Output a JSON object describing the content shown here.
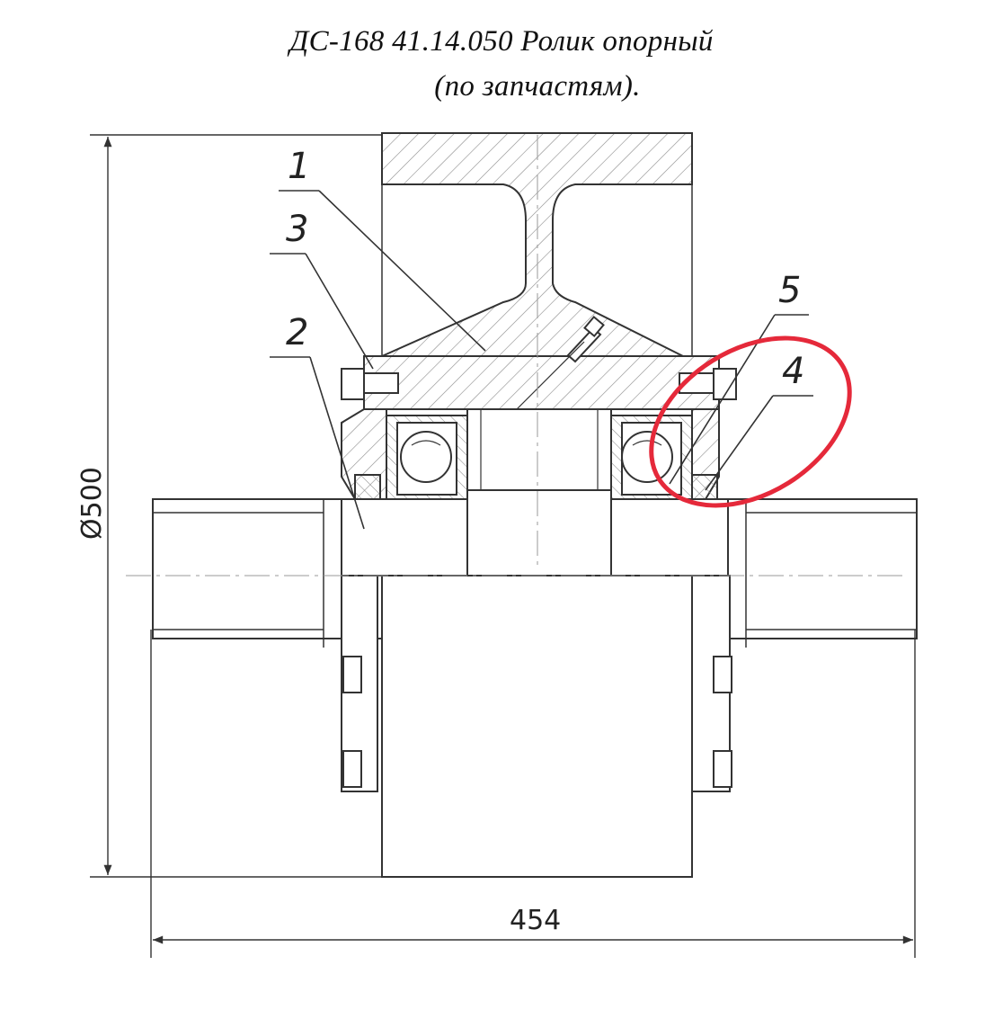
{
  "title": {
    "line1": "ДС-168 41.14.050 Ролик опорный",
    "line2": "(по запчастям)."
  },
  "part_labels": {
    "p1": "1",
    "p2": "2",
    "p3": "3",
    "p4": "4",
    "p5": "5"
  },
  "dimensions": {
    "diameter": "Ø500",
    "width": "454"
  },
  "colors": {
    "line": "#333333",
    "hatch": "#777777",
    "highlight": "#e5293a"
  }
}
